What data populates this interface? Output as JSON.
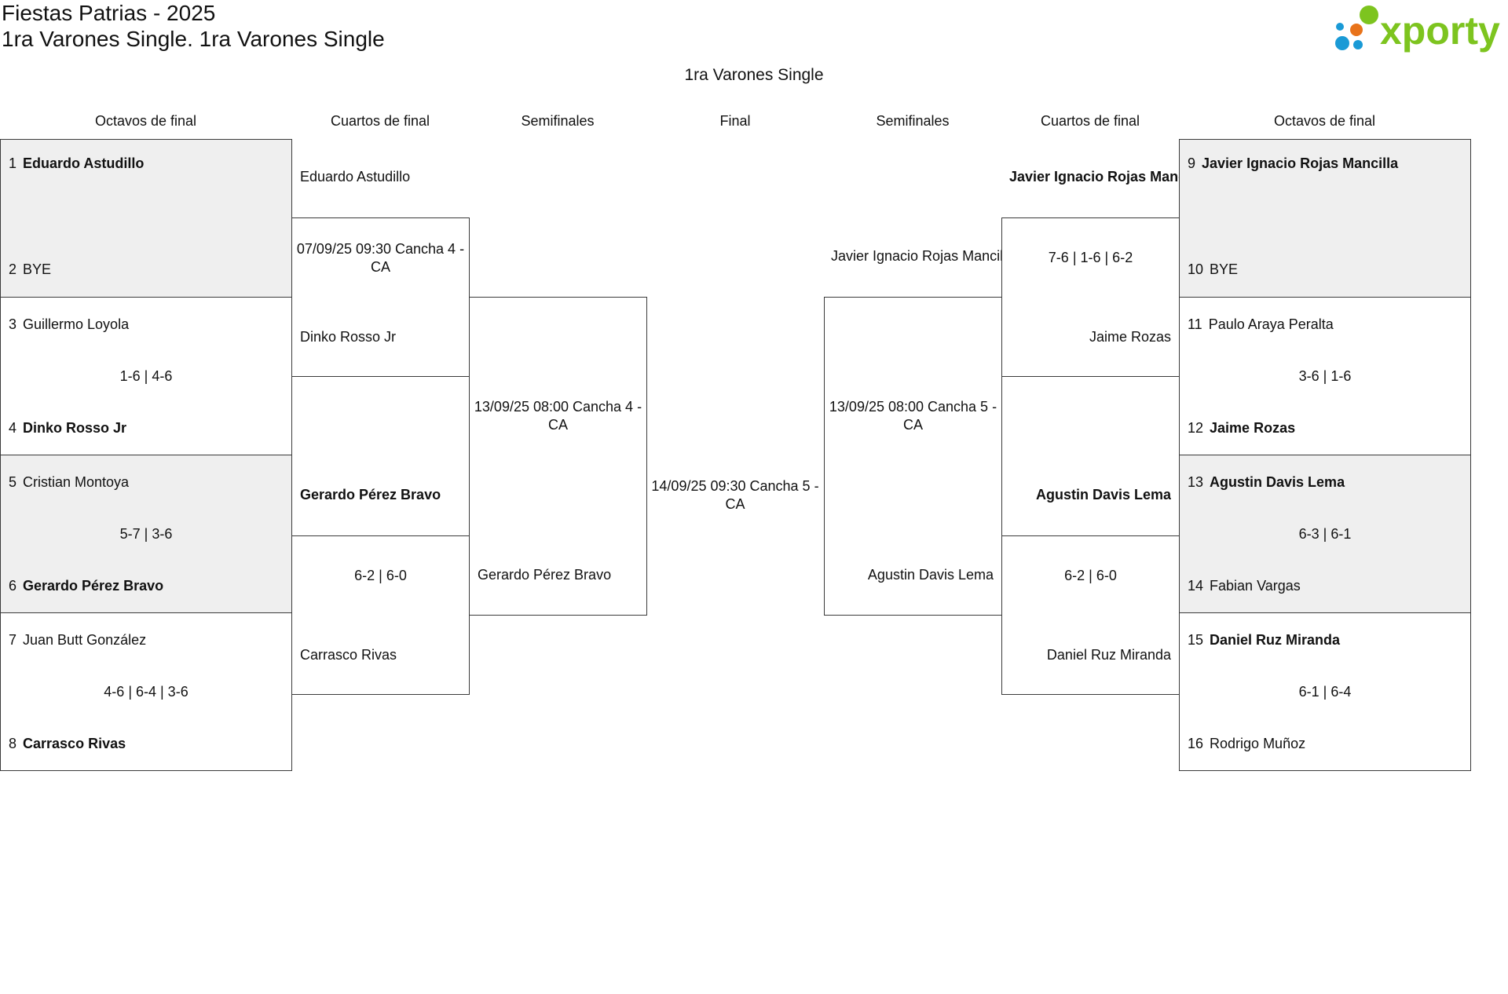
{
  "header": {
    "title": "Fiestas Patrias - 2025",
    "subtitle": "1ra Varones Single. 1ra Varones Single",
    "category": "1ra Varones Single"
  },
  "logo": {
    "text": "xporty",
    "text_color": "#7dc41f",
    "dot_colors": [
      "#7dc41f",
      "#1a9ad6",
      "#e8731a"
    ]
  },
  "columns": {
    "left_r16": "Octavos de final",
    "left_qf": "Cuartos de final",
    "left_sf": "Semifinales",
    "final": "Final",
    "right_sf": "Semifinales",
    "right_qf": "Cuartos de final",
    "right_r16": "Octavos de final"
  },
  "r16": [
    {
      "p1": {
        "seed": "1",
        "name": "Eduardo Astudillo",
        "winner": true
      },
      "p2": {
        "seed": "2",
        "name": "BYE",
        "winner": false
      },
      "score": ""
    },
    {
      "p1": {
        "seed": "3",
        "name": "Guillermo Loyola",
        "winner": false
      },
      "p2": {
        "seed": "4",
        "name": "Dinko Rosso Jr",
        "winner": true
      },
      "score": "1-6 | 4-6"
    },
    {
      "p1": {
        "seed": "5",
        "name": "Cristian Montoya",
        "winner": false
      },
      "p2": {
        "seed": "6",
        "name": "Gerardo Pérez Bravo",
        "winner": true
      },
      "score": "5-7 | 3-6"
    },
    {
      "p1": {
        "seed": "7",
        "name": "Juan Butt González",
        "winner": false
      },
      "p2": {
        "seed": "8",
        "name": "Carrasco Rivas",
        "winner": true
      },
      "score": "4-6 | 6-4 | 3-6"
    },
    {
      "p1": {
        "seed": "9",
        "name": "Javier Ignacio Rojas Mancilla",
        "winner": true
      },
      "p2": {
        "seed": "10",
        "name": "BYE",
        "winner": false
      },
      "score": ""
    },
    {
      "p1": {
        "seed": "11",
        "name": "Paulo Araya Peralta",
        "winner": false
      },
      "p2": {
        "seed": "12",
        "name": "Jaime Rozas",
        "winner": true
      },
      "score": "3-6 | 1-6"
    },
    {
      "p1": {
        "seed": "13",
        "name": "Agustin Davis Lema",
        "winner": true
      },
      "p2": {
        "seed": "14",
        "name": "Fabian Vargas",
        "winner": false
      },
      "score": "6-3 | 6-1"
    },
    {
      "p1": {
        "seed": "15",
        "name": "Daniel Ruz Miranda",
        "winner": true
      },
      "p2": {
        "seed": "16",
        "name": "Rodrigo Muñoz",
        "winner": false
      },
      "score": "6-1 | 6-4"
    }
  ],
  "qf": [
    {
      "top": "Eduardo Astudillo",
      "top_winner": false,
      "info": "07/09/25 09:30 Cancha 4 - CA",
      "bottom": "Dinko Rosso Jr",
      "bottom_winner": false
    },
    {
      "top": "Gerardo Pérez Bravo",
      "top_winner": true,
      "info": "6-2 | 6-0",
      "bottom": "Carrasco Rivas",
      "bottom_winner": false
    },
    {
      "top": "Javier Ignacio Rojas Mancilla",
      "top_winner": true,
      "info": "7-6 | 1-6 | 6-2",
      "bottom": "Jaime Rozas",
      "bottom_winner": false
    },
    {
      "top": "Agustin Davis Lema",
      "top_winner": true,
      "info": "6-2 | 6-0",
      "bottom": "Daniel Ruz Miranda",
      "bottom_winner": false
    }
  ],
  "sf": [
    {
      "top": "",
      "info": "13/09/25 08:00 Cancha 4 - CA",
      "bottom": "Gerardo Pérez Bravo"
    },
    {
      "top": "Javier Ignacio Rojas Mancilla",
      "info": "13/09/25 08:00 Cancha 5 - CA",
      "bottom": "Agustin Davis Lema"
    }
  ],
  "final": {
    "info": "14/09/25 09:30 Cancha 5 - CA"
  }
}
